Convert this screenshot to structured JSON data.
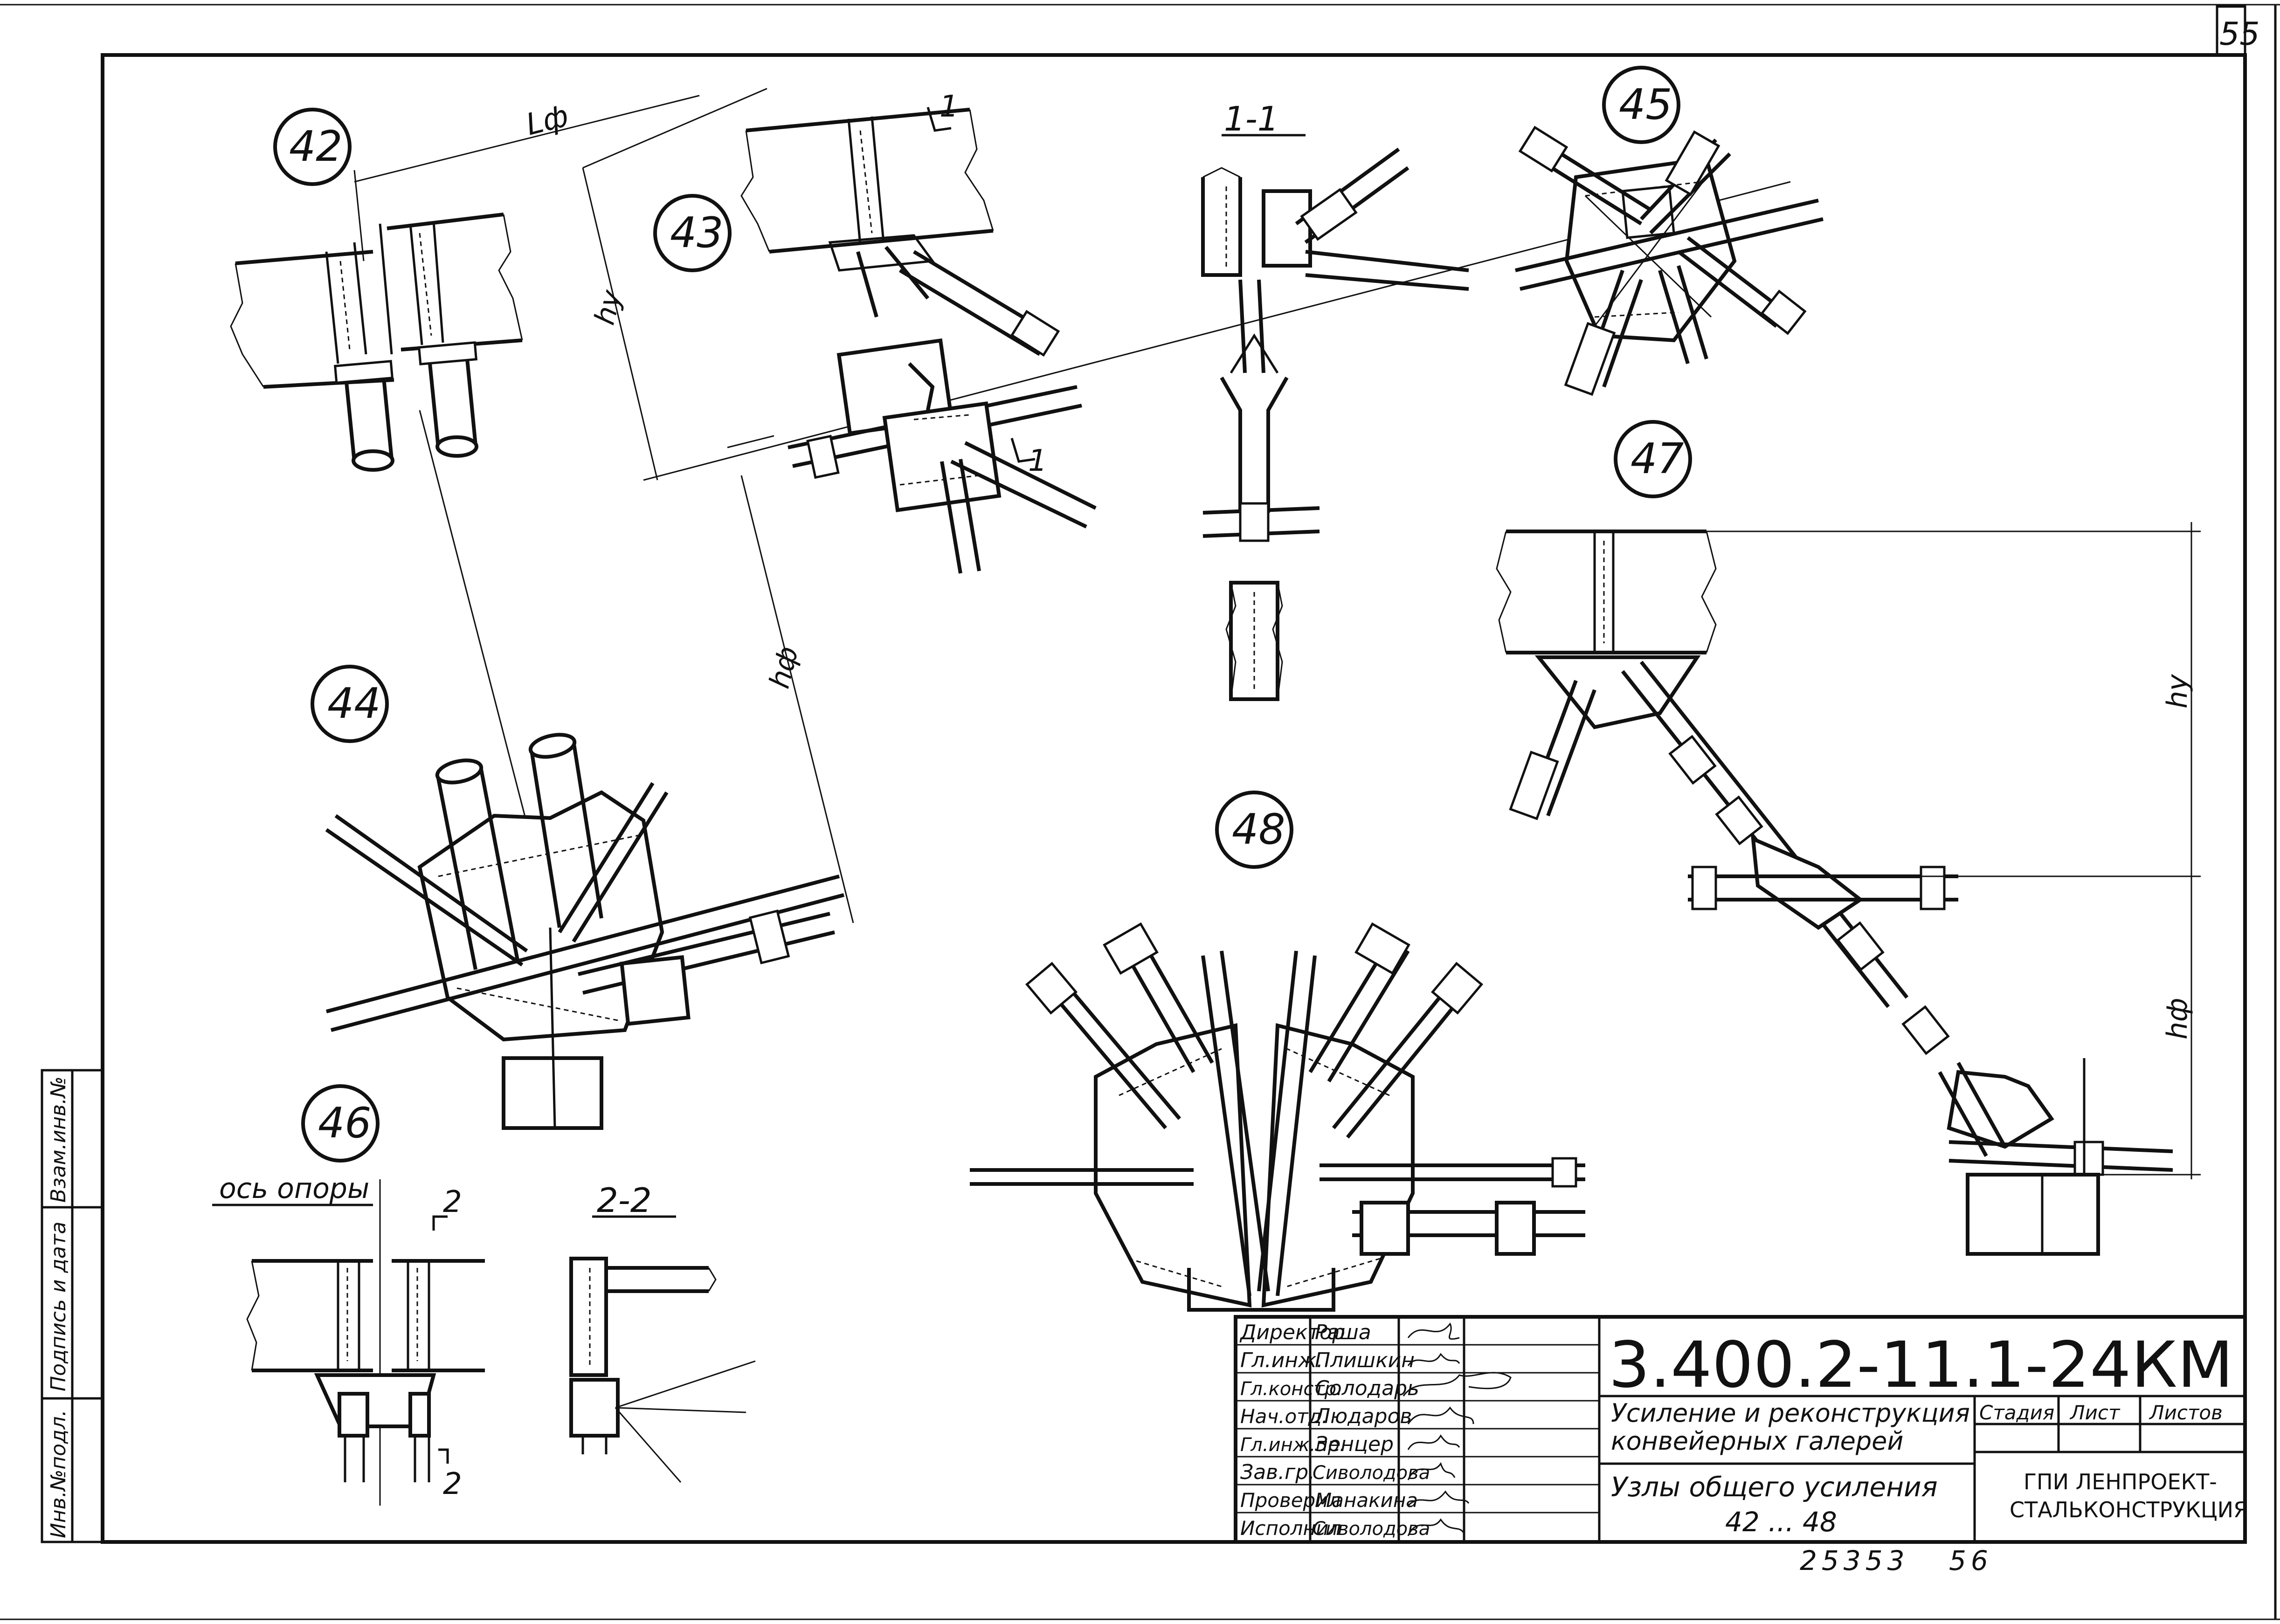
{
  "sheet": {
    "page_number": "55",
    "archive_number": "25353",
    "copy_number": "56"
  },
  "title_block": {
    "document_code": "3.400.2-11.1-24КМ",
    "project_title": "Усиление и реконструкция конвейерных галерей",
    "project_title_line1": "Усиление и реконструкция",
    "project_title_line2": "конвейерных галерей",
    "sheet_title_line1": "Узлы общего усиления",
    "sheet_title_line2": "42 ... 48",
    "organization_line1": "ГПИ ЛЕНПРОЕКТ-",
    "organization_line2": "СТАЛЬКОНСТРУКЦИЯ",
    "columns": {
      "stage": "Стадия",
      "sheet": "Лист",
      "sheets": "Листов"
    },
    "signatures": [
      {
        "role": "Директор",
        "name": "Раша"
      },
      {
        "role": "Гл.инж.",
        "name": "Плишкин"
      },
      {
        "role": "Гл.констр.",
        "name": "Солодарь"
      },
      {
        "role": "Нач.отд.",
        "name": "Людаров"
      },
      {
        "role": "Гл.инж.пр.",
        "name": "Зенцер"
      },
      {
        "role": "Зав.гр.",
        "name": "Сиволодова"
      },
      {
        "role": "Проверил",
        "name": "Манакина"
      },
      {
        "role": "Исполнил",
        "name": "Сиволодова"
      }
    ]
  },
  "side_stamp": {
    "inv_original": "Инв.№подл.",
    "signature_date": "Подпись и дата",
    "inv_replace": "Взам.инв.№"
  },
  "nodes": {
    "n42": "42",
    "n43": "43",
    "n44": "44",
    "n45": "45",
    "n46": "46",
    "n47": "47",
    "n48": "48"
  },
  "sections": {
    "s11": "1-1",
    "s22": "2-2",
    "cut1": "1",
    "cut1b": "1",
    "cut2": "2",
    "cut2b": "2"
  },
  "labels": {
    "support_axis": "ось опоры",
    "l_f": "Lф",
    "h_y_43": "hу",
    "h_f_44": "hф",
    "h_y_47": "hу",
    "h_f_47": "hф"
  }
}
